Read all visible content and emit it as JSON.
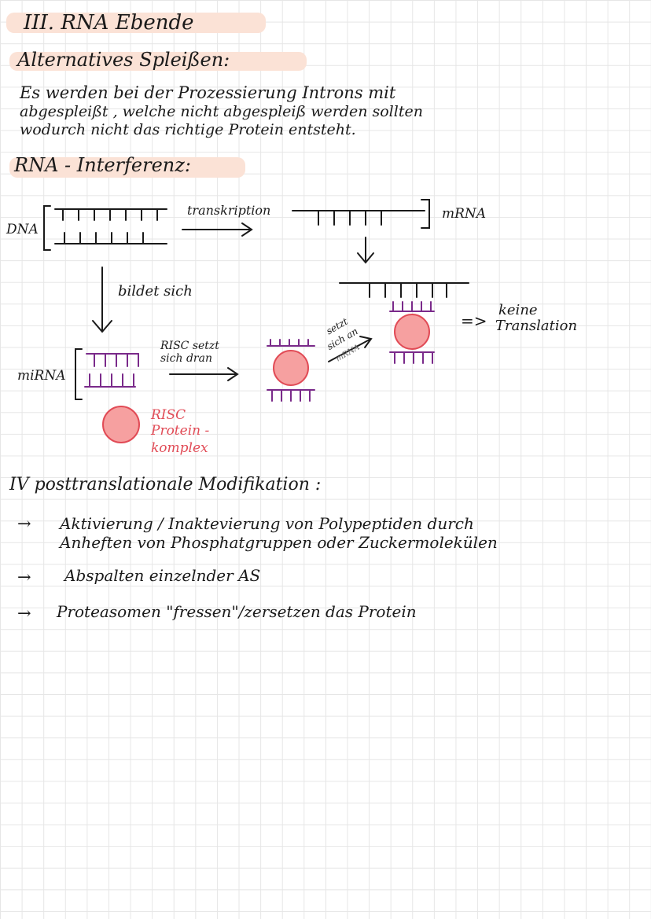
{
  "section3": {
    "title": "III. RNA Ebende",
    "subtitle": "Alternatives Spleißen:",
    "text_line1": "Es werden bei der Prozessierung Introns mit",
    "text_line2": "abgespleißt , welche nicht abgespleiß werden sollten",
    "text_line3": "wodurch nicht das richtige Protein entsteht.",
    "interference": "RNA - Interferenz:"
  },
  "diagram": {
    "dna_label": "DNA",
    "transcription_label": "transkription",
    "mrna_label": "mRNA",
    "bildet_label": "bildet sich",
    "mirna_label": "miRNA",
    "risc_sets_line1": "RISC setzt",
    "risc_sets_line2": "sich dran",
    "setzt_line1": "setzt",
    "setzt_line2": "sich an",
    "setzt_line3": "mRNA",
    "result_arrow": "=>",
    "keine": "keine",
    "translation": "Translation",
    "risc_line1": "RISC",
    "risc_line2": "Protein -",
    "risc_line3": "komplex",
    "colors": {
      "risc_fill": "#f6a0a0",
      "risc_stroke": "#e14b56",
      "mirna": "#7a2a8a",
      "highlight": "#fbe2d6"
    }
  },
  "section4": {
    "title": "IV posttranslationale Modifikation :",
    "bullet1_line1": "Aktivierung / Inaktevierung von Polypeptiden durch",
    "bullet1_line2": "Anheften von Phosphatgruppen oder Zuckermolekülen",
    "bullet2": "Abspalten einzelnder AS",
    "bullet3": "Proteasomen \"fressen\"/zersetzen das Protein"
  }
}
